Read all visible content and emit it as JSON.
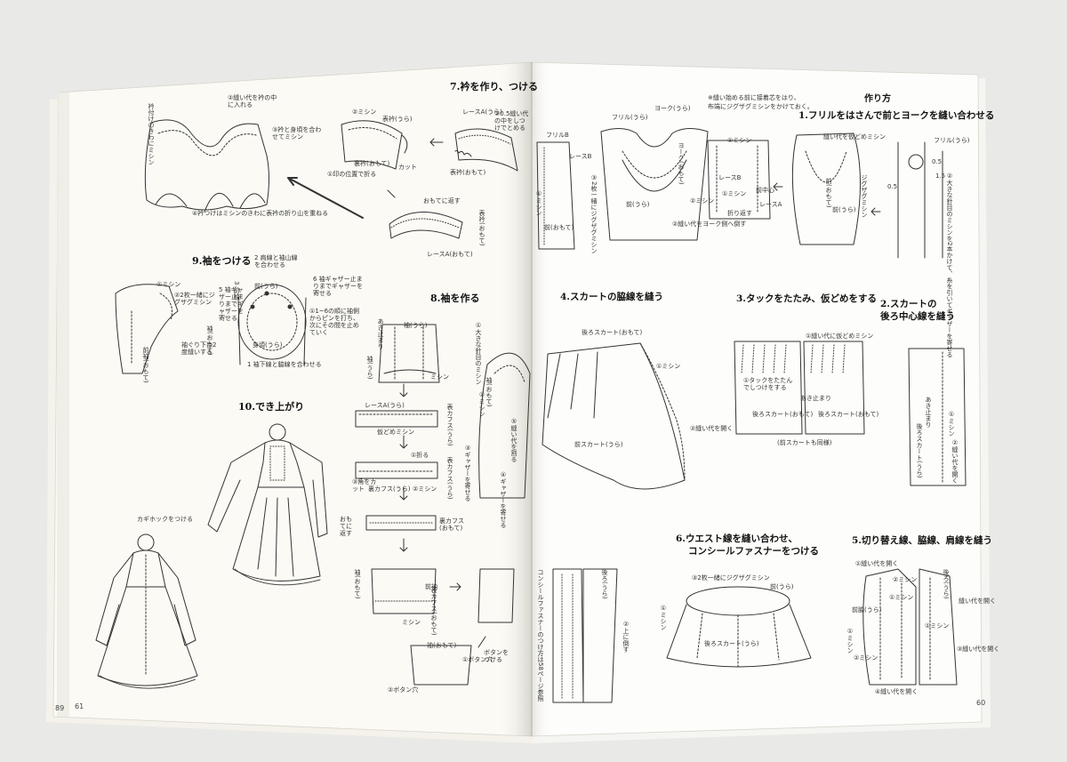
{
  "colors": {
    "background": "#e9e9e7",
    "paper_left": "#fbfaf5",
    "paper_right": "#fdfdfb",
    "ink": "#222222",
    "gutter_shadow": "#d6d4cc"
  },
  "page_numbers": {
    "outer_left": "89",
    "left": "61",
    "right": "60"
  },
  "right_page": {
    "title": "作り方",
    "note_line1": "※縫い始める前に接着芯をはり、",
    "note_line2": "布端にジグザグミシンをかけておく。",
    "step1": {
      "heading": "1.フリルをはさんで前とヨークを縫い合わせる",
      "labels": [
        "フリル(うら)",
        "ヨーク(うら)",
        "フリルB",
        "レースB",
        "①ミシン",
        "縫い代を仮どめミシン",
        "フリル(うら)",
        "0.5",
        "1.5",
        "0.5",
        "前(おもて)",
        "前(うら)",
        "②縫い代をヨーク側へ倒す",
        "①ミシン",
        "②ミシン",
        "折り返す",
        "レースA",
        "前中心",
        "レースB",
        "前(うら)"
      ],
      "vertical_labels": [
        "②大きな針目のミシンを2本かけて、糸を引いてギャザーを寄せる",
        "ジグザグミシン",
        "③2枚一緒にジグザグミシン",
        "ヨーク(おもて)",
        "①ミシン",
        "前(おもて)"
      ]
    },
    "step2": {
      "heading": "2.スカートの",
      "heading2": "後ろ中心線を縫う",
      "vertical_labels": [
        "あき止まり",
        "①ミシン",
        "後ろスカート(うら)",
        "②縫い代を開く"
      ]
    },
    "step3": {
      "heading": "3.タックをたたみ、仮どめをする",
      "labels": [
        "①縫い代に仮どめミシン",
        "①タックをたたんでしつけをする",
        "あき止まり",
        "後ろスカート(おもて)",
        "後ろスカート(おもて)",
        "(前スカートも同様)"
      ]
    },
    "step4": {
      "heading": "4.スカートの脇線を縫う",
      "labels": [
        "後ろスカート(おもて)",
        "①ミシン",
        "前スカート(うら)",
        "②縫い代を開く"
      ]
    },
    "step5": {
      "heading": "5.切り替え線、脇線、肩線を縫う",
      "labels": [
        "①縫い代を開く",
        "②ミシン",
        "①ミシン",
        "前脇(うら)",
        "①ミシン",
        "縫い代を開く",
        "②ミシン",
        "③縫い代を開く"
      ],
      "vertical_labels": [
        "後ろ(うら)",
        "①ミシン",
        "④縫い代を開く"
      ]
    },
    "step6": {
      "heading": "6.ウエスト線を縫い合わせ、",
      "heading2": "コンシールファスナーをつける",
      "labels": [
        "③2枚一緒にジグザグミシン",
        "前(うら)",
        "後ろスカート(うら)"
      ],
      "vertical_labels": [
        "後ろ(うら)",
        "①ミシン",
        "②上に倒す",
        "コンシールファスナーのつけ方は58ページ参照"
      ]
    }
  },
  "left_page": {
    "step7": {
      "heading": "7.衿を作り、つける",
      "labels": [
        "②縫い代を衿の中に入れる",
        "③衿と身頃を合わせてミシン",
        "②ミシン",
        "表衿(うら)",
        "レースA(うら)",
        "①0.5縫い代の中をしつけでとめる",
        "裏衿(おもて)",
        "カット",
        "表衿(おもて)",
        "①印の位置で折る",
        "おもてに返す",
        "レースA(おもて)",
        "④衿つけはミシンのきわに表衿の折り山を重ねる"
      ],
      "vertical_labels": [
        "衿付けのきわにミシン",
        "表衿(おもて)"
      ]
    },
    "step8": {
      "heading": "8.袖を作る",
      "labels": [
        "袖(うら)",
        "ミシン",
        "レースA(うら)",
        "仮どめミシン",
        "①折る",
        "裏カフス(うら)",
        "②ミシン",
        "③角をカット",
        "おもてに返す",
        "裏カフス(おもて)",
        "前袖",
        "ミシン",
        "袖(おもて)",
        "①ボタン穴",
        "ボタンをつける",
        "②ボタン穴"
      ],
      "vertical_labels": [
        "①大きな針目のミシン",
        "表カフス(うら)",
        "表カフス(うら)",
        "表カフス(おもて)",
        "袖(おもて)",
        "②ミシン",
        "③ギャザーを寄せる",
        "④ギャザーを寄せる",
        "⑤縫い代を割る",
        "あき止まり",
        "袖(うら)",
        "袖(おもて)"
      ]
    },
    "step9": {
      "heading": "9.袖をつける",
      "labels": [
        "2 肩線と袖山線を合わせる",
        "①ミシン",
        "②2枚一緒にジグザグミシン",
        "前(うら)",
        "身頃(うら)",
        "5 袖ギャザー止まりまでギャザーを寄せる",
        "6 袖ギャザー止まりまでギャザーを寄せる",
        "①1~6の順に袖側からピンを打ち、次にその間を止めていく",
        "1 袖下線と脇線を合わせる",
        "袖ぐり下は2度縫いする"
      ],
      "vertical_labels": [
        "前袖(おもて)",
        "袖(おもて)",
        "3 前袖"
      ]
    },
    "step10": {
      "heading": "10.でき上がり",
      "labels": [
        "カギホックをつける"
      ]
    }
  }
}
